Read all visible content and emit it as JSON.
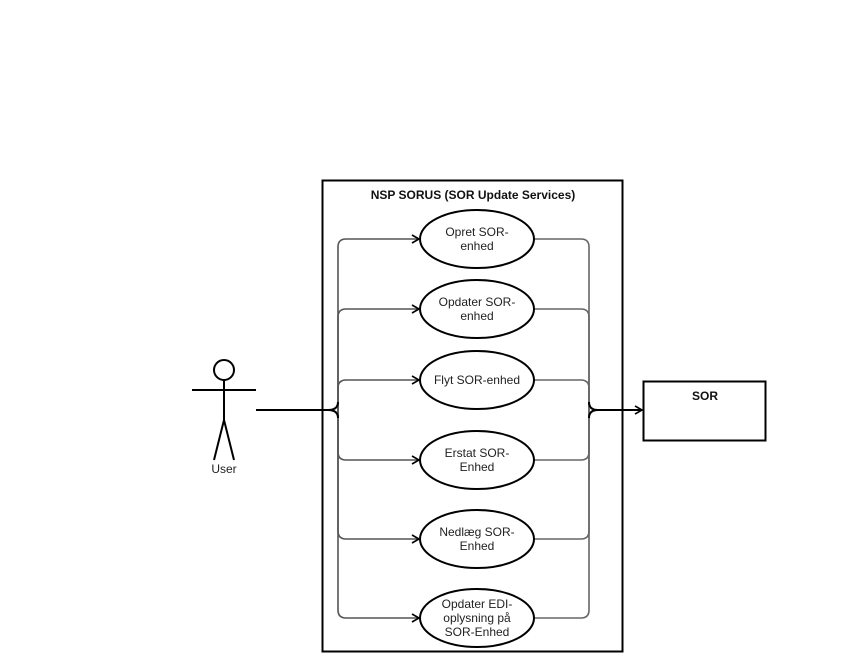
{
  "diagram": {
    "type": "UML use case diagram",
    "system_boundary": {
      "title": "NSP SORUS (SOR Update Services)"
    },
    "actor": {
      "label": "User"
    },
    "external_system": {
      "label": "SOR"
    },
    "use_cases": [
      {
        "id": "opret",
        "lines": [
          "Opret SOR-",
          "enhed"
        ]
      },
      {
        "id": "opdater",
        "lines": [
          "Opdater SOR-",
          "enhed"
        ]
      },
      {
        "id": "flyt",
        "lines": [
          "Flyt SOR-enhed"
        ]
      },
      {
        "id": "erstat",
        "lines": [
          "Erstat SOR-",
          "Enhed"
        ]
      },
      {
        "id": "nedlaeg",
        "lines": [
          "Nedlæg SOR-",
          "Enhed"
        ]
      },
      {
        "id": "opdater-edi",
        "lines": [
          "Opdater EDI-",
          "oplysning på",
          "SOR-Enhed"
        ]
      }
    ],
    "colors": {
      "stroke": "#000000",
      "connector": "#555555",
      "text": "#222222"
    }
  }
}
